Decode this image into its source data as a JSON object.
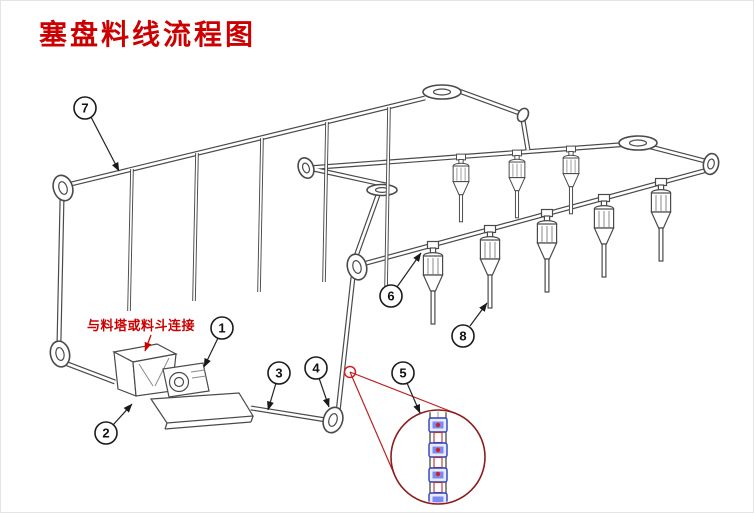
{
  "title": "塞盘料线流程图",
  "annotation": {
    "label": "与料塔或料斗连接"
  },
  "callouts": [
    {
      "id": 1,
      "label": "1"
    },
    {
      "id": 2,
      "label": "2"
    },
    {
      "id": 3,
      "label": "3"
    },
    {
      "id": 4,
      "label": "4"
    },
    {
      "id": 5,
      "label": "5"
    },
    {
      "id": 6,
      "label": "6"
    },
    {
      "id": 7,
      "label": "7"
    },
    {
      "id": 8,
      "label": "8"
    }
  ],
  "colors": {
    "accent_red": "#cc0000",
    "line_gray": "#4a4a4a",
    "detail_blue": "#2b3fc0",
    "detail_red": "#cc2222"
  }
}
